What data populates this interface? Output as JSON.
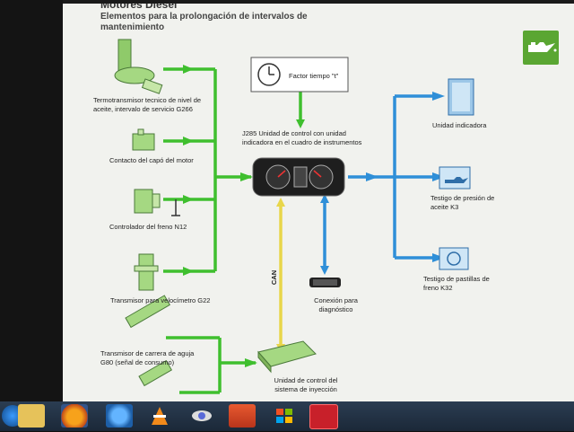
{
  "header": {
    "title": "Motores Diesel",
    "subtitle": "Elementos para la prolongación de intervalos de mantenimiento"
  },
  "inputs": [
    {
      "label": "Termotransmisor tecnico de nivel de aceite, intervalo de servicio G266"
    },
    {
      "label": "Contacto del capó del motor"
    },
    {
      "label": "Controlador del freno N12"
    },
    {
      "label": "Transmisor para velocímetro G22"
    },
    {
      "label": "Transmisor de carrera de aguja G80 (señal de consumo)"
    }
  ],
  "center": {
    "factor_label": "Factor tiempo \"t\"",
    "control_unit_label": "J285 Unidad de control con unidad indicadora en el cuadro de instrumentos",
    "can_label": "CAN",
    "diag_label": "Conexión para diagnóstico",
    "injection_label": "Unidad de control del sistema de inyección"
  },
  "outputs": [
    {
      "label": "Unidad indicadora"
    },
    {
      "label": "Testigo de presión de aceite K3"
    },
    {
      "label": "Testigo de pastillas de freno K32"
    }
  ],
  "colors": {
    "green_wire": "#3fbf2e",
    "blue_wire": "#2f8fd8",
    "yellow_wire": "#e8d64a",
    "badge": "#5aa632"
  },
  "taskbar": {
    "icons": [
      "windows-start-icon",
      "file-explorer-icon",
      "firefox-icon",
      "internet-explorer-icon",
      "vlc-icon",
      "eye-app-icon",
      "media-player-icon",
      "windows-logo-icon",
      "acrobat-icon"
    ]
  }
}
